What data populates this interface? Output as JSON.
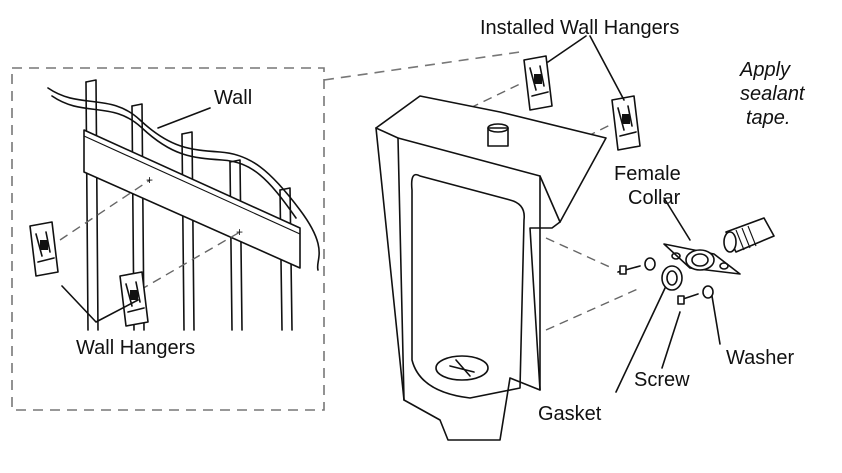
{
  "labels": {
    "installed_wall_hangers": "Installed Wall Hangers",
    "apply_line1": "Apply",
    "apply_line2": "sealant",
    "apply_line3": "tape.",
    "wall": "Wall",
    "female_line1": "Female",
    "female_line2": "Collar",
    "wall_hangers": "Wall Hangers",
    "washer": "Washer",
    "screw": "Screw",
    "gasket": "Gasket"
  },
  "icons": [
    "wall-hanger-icon",
    "urinal-icon",
    "female-collar-icon",
    "sealant-pipe-icon",
    "screw-icon",
    "washer-icon",
    "gasket-icon"
  ],
  "colors": {
    "ink": "#111111",
    "dash": "#777777",
    "background": "#ffffff"
  }
}
